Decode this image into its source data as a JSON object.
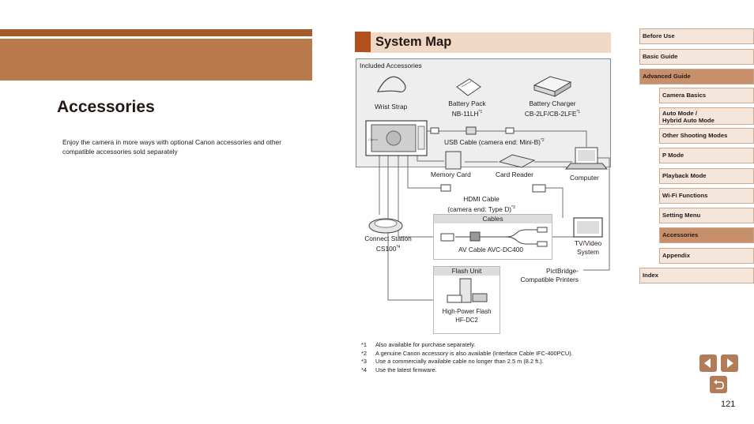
{
  "chapter": {
    "title": "Accessories",
    "intro": "Enjoy the camera in more ways with optional Canon accessories and other compatible accessories sold separately"
  },
  "section": {
    "title": "System Map"
  },
  "diagram": {
    "included_label": "Included Accessories",
    "wrist_strap": "Wrist Strap",
    "battery_pack_1": "Battery Pack",
    "battery_pack_2": "NB-11LH",
    "battery_charger_1": "Battery Charger",
    "battery_charger_2": "CB-2LF/CB-2LFE",
    "usb_cable": "USB Cable (camera end: Mini-B)",
    "memory_card": "Memory Card",
    "card_reader": "Card Reader",
    "computer": "Computer",
    "hdmi_cable_1": "HDMI Cable",
    "hdmi_cable_2": "(camera end: Type D)",
    "cables_label": "Cables",
    "av_cable": "AV Cable AVC-DC400",
    "connect_station_1": "Connect Station",
    "connect_station_2": "CS100",
    "tv_1": "TV/Video",
    "tv_2": "System",
    "pictbridge_1": "PictBridge-",
    "pictbridge_2": "Compatible Printers",
    "flash_label": "Flash Unit",
    "flash_1": "High-Power Flash",
    "flash_2": "HF-DC2",
    "mark_1": "*1",
    "mark_2": "*2",
    "mark_3": "*3",
    "mark_4": "*4",
    "camera_brand": "Canon"
  },
  "notes": [
    {
      "mark": "*1",
      "text": "Also available for purchase separately."
    },
    {
      "mark": "*2",
      "text": "A genuine Canon accessory is also available (Interface Cable IFC-400PCU)."
    },
    {
      "mark": "*3",
      "text": "Use a commercially available cable no longer than 2.5 m (8.2 ft.)."
    },
    {
      "mark": "*4",
      "text": "Use the latest firmware."
    }
  ],
  "nav": {
    "before_use": "Before Use",
    "basic_guide": "Basic Guide",
    "advanced_guide": "Advanced Guide",
    "camera_basics": "Camera Basics",
    "auto_mode_1": "Auto Mode /",
    "auto_mode_2": "Hybrid Auto Mode",
    "other_shooting": "Other Shooting Modes",
    "p_mode": "P Mode",
    "playback_mode": "Playback Mode",
    "wifi": "Wi-Fi Functions",
    "setting_menu": "Setting Menu",
    "accessories": "Accessories",
    "appendix": "Appendix",
    "index": "Index"
  },
  "page_number": "121",
  "colors": {
    "accent": "#b3501f",
    "header_band": "#b87a4b",
    "nav_bg": "#f4e6db",
    "nav_active": "#c8906a"
  }
}
